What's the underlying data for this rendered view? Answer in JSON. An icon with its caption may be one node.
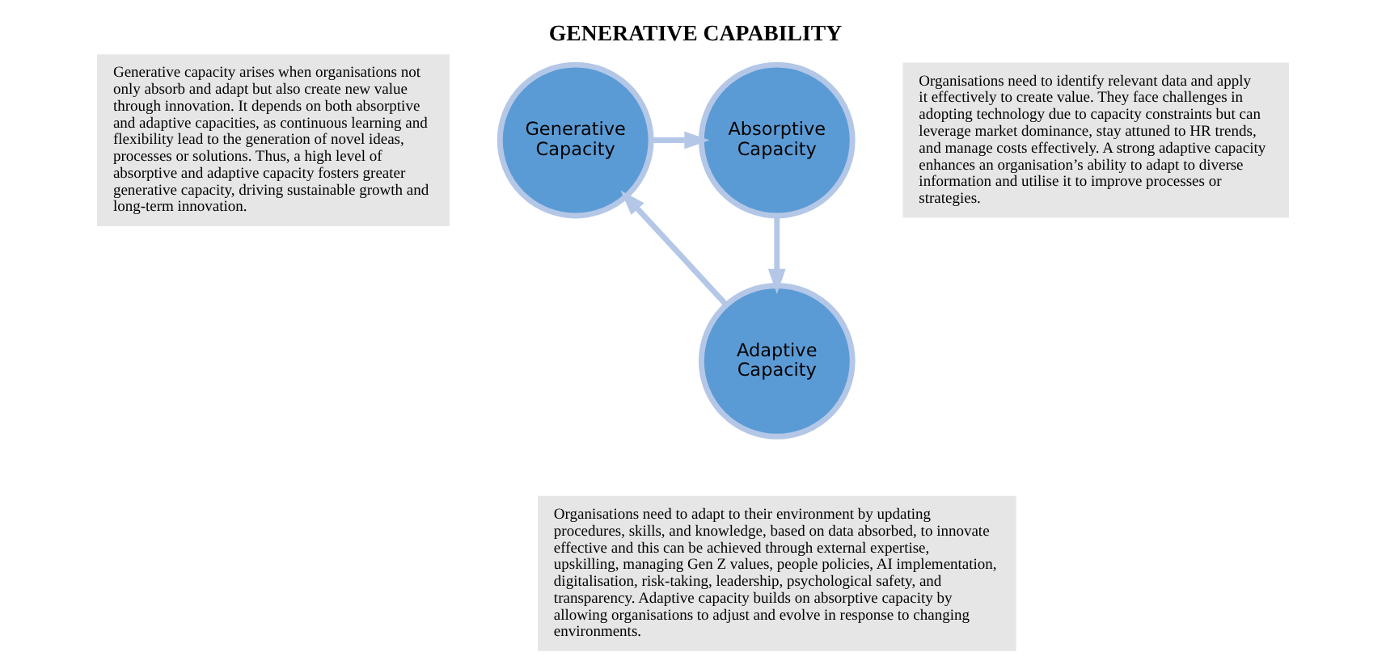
{
  "diagram": {
    "title": "GENERATIVE CAPABILITY",
    "nodes": [
      {
        "text": [
          "Generative capacity arises when organisations not only absorb and adapt but also create new value through innovation. It depends on both absorptive and adaptive capacities, as continuous learning and flexibility lead to the generation of novel ideas, processes or solutions. Thus, a high level of absorptive and adaptive capacity fosters greater generative capacity, driving sustainable growth and long-term innovation."
        ]
      },
      {
        "text": [
          "Generative Capacity"
        ]
      },
      {
        "text": [
          "Absorptive Capacity"
        ]
      },
      {
        "text": [
          "Organisations need to identify relevant data and apply it effectively to create value. They face challenges in adopting technology due to capacity constraints but can leverage market dominance, stay attuned to HR trends, and manage costs effectively. A strong adaptive capacity enhances an organisation’s ability to adapt to diverse information and utilise it to improve processes or strategies."
        ]
      },
      {
        "text": [
          "Adaptive Capacity"
        ]
      },
      {
        "text": [
          "Organisations need to adapt to their environment by updating procedures, skills, and knowledge, based on data absorbed, to innovate effective and this can be achieved through external expertise, upskilling, managing Gen Z values, people policies, AI implementation, digitalisation, risk-taking, leadership, psychological safety, and transparency. Adaptive capacity builds on absorptive capacity by allowing organisations to adjust and evolve in response to changing environments."
        ]
      }
    ],
    "edges": [
      {
        "from": 1,
        "to": 2,
        "arrow": "to"
      },
      {
        "from": 2,
        "to": 4,
        "arrow": "to"
      },
      {
        "from": 4,
        "to": 1,
        "arrow": "to"
      }
    ]
  }
}
